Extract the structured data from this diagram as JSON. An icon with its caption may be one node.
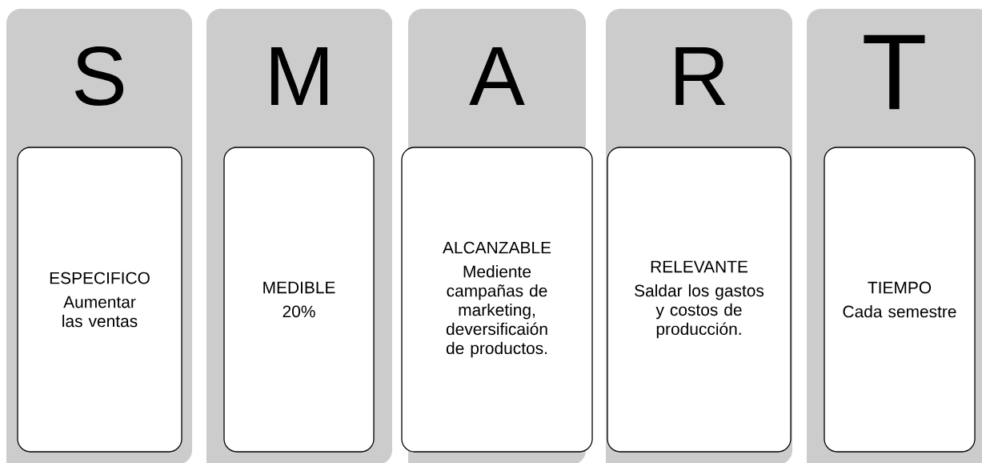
{
  "diagram": {
    "nodes": [
      {
        "text": [
          "S"
        ]
      },
      {
        "text": [
          "ESPECIFICO",
          "Aumentar las ventas"
        ],
        "in": 0
      },
      {
        "text": [
          "M"
        ]
      },
      {
        "text": [
          "MEDIBLE",
          "20%"
        ],
        "in": 2
      },
      {
        "text": [
          "A"
        ]
      },
      {
        "text": [
          "ALCANZABLE",
          "Mediente campañas de marketing, deversificaión de productos."
        ],
        "in": 4
      },
      {
        "text": [
          "R"
        ]
      },
      {
        "text": [
          "RELEVANTE",
          "Saldar los gastos y costos de producción."
        ],
        "in": 6
      },
      {
        "text": [
          "T"
        ]
      },
      {
        "text": [
          "TIEMPO",
          "Cada semestre"
        ],
        "in": 8
      }
    ]
  }
}
